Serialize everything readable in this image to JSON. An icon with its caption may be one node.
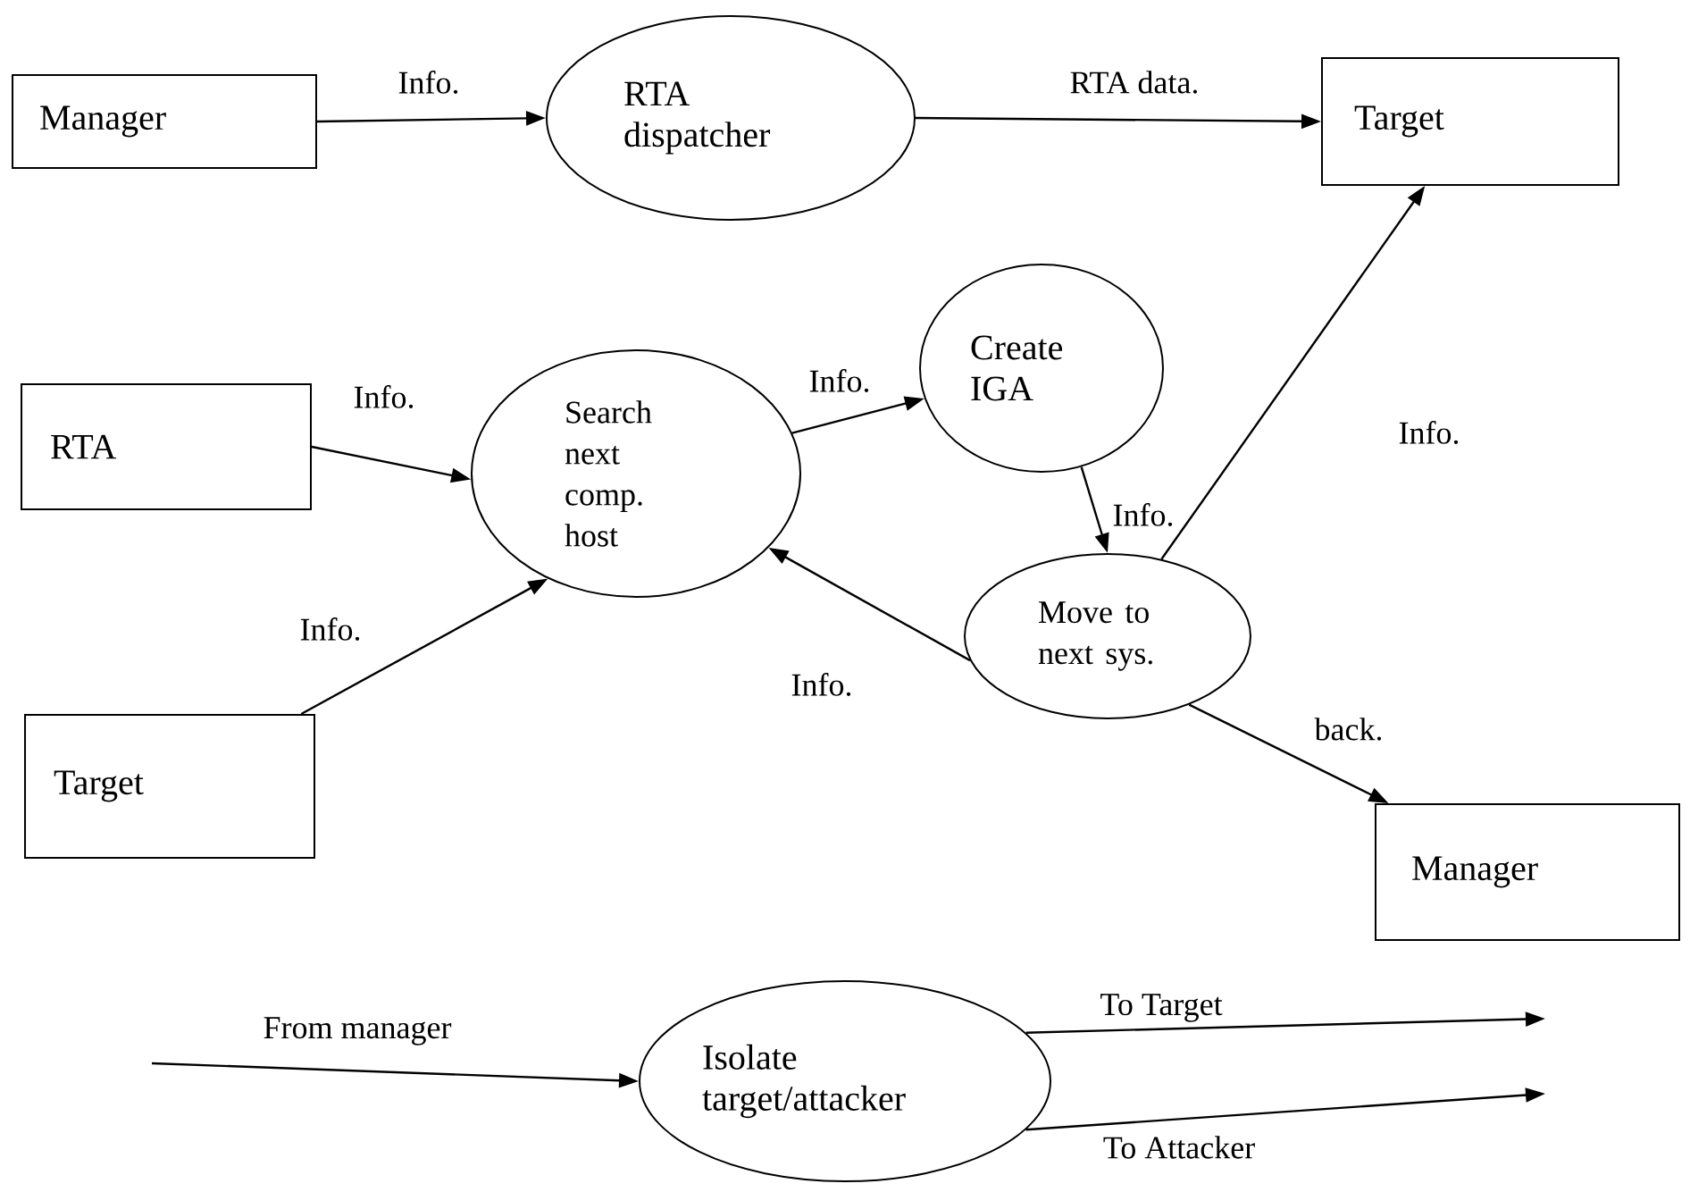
{
  "diagram": {
    "nodes": [
      {
        "text": [
          "Manager"
        ]
      },
      {
        "text": [
          "RTA dispatcher"
        ]
      },
      {
        "text": [
          "Target"
        ]
      },
      {
        "text": [
          "RTA"
        ]
      },
      {
        "text": [
          "Search next comp. host"
        ]
      },
      {
        "text": [
          "Create IGA"
        ]
      },
      {
        "text": [
          "Move to next sys."
        ]
      },
      {
        "text": [
          "Target"
        ]
      },
      {
        "text": [
          "Manager"
        ]
      },
      {
        "text": [
          "Isolate target/attacker"
        ]
      }
    ],
    "edges": [
      {
        "from": 0,
        "to": 1,
        "arrow": "to",
        "label": "Info."
      },
      {
        "from": 1,
        "to": 2,
        "arrow": "to",
        "label": "RTA data."
      },
      {
        "from": 3,
        "to": 4,
        "arrow": "to",
        "label": "Info."
      },
      {
        "from": 7,
        "to": 4,
        "arrow": "to",
        "label": "Info."
      },
      {
        "from": 4,
        "to": 5,
        "arrow": "to",
        "label": "Info."
      },
      {
        "from": 5,
        "to": 6,
        "arrow": "to",
        "label": "Info."
      },
      {
        "from": 6,
        "to": 4,
        "arrow": "to",
        "label": "Info."
      },
      {
        "from": 6,
        "to": 2,
        "arrow": "to",
        "label": "Info."
      },
      {
        "from": 6,
        "to": 8,
        "arrow": "to",
        "label": "back."
      },
      {
        "from": null,
        "to": 9,
        "arrow": "to",
        "label": "From manager"
      },
      {
        "from": 9,
        "to": null,
        "arrow": "to",
        "label": "To Target"
      },
      {
        "from": 9,
        "to": null,
        "arrow": "to",
        "label": "To Attacker"
      }
    ]
  }
}
